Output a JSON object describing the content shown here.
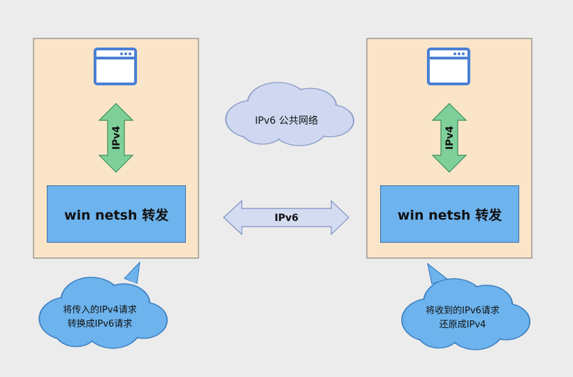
{
  "hosts": [
    {
      "netsh_label": "win netsh 转发",
      "arrow_label": "IPv4",
      "bubble_lines": [
        "将传入的IPv4请求",
        "转换成IPv6请求"
      ]
    },
    {
      "netsh_label": "win netsh 转发",
      "arrow_label": "IPv4",
      "bubble_lines": [
        "将收到的IPv6请求",
        "还原成IPv4"
      ]
    }
  ],
  "network_cloud": {
    "label": "IPv6 公共网络"
  },
  "link": {
    "label": "IPv6"
  },
  "colors": {
    "background": "#ececec",
    "host_box": "#fbe5c8",
    "netsh_box": "#6db3ed",
    "ipv4_arrow": "#7fcf9a",
    "ipv6_arrow": "#d4dcf2",
    "network_cloud": "#cfd8f0",
    "note_cloud": "#6db3ed",
    "window_icon": "#4a7fd4"
  },
  "icons": [
    "browser-window-icon"
  ]
}
